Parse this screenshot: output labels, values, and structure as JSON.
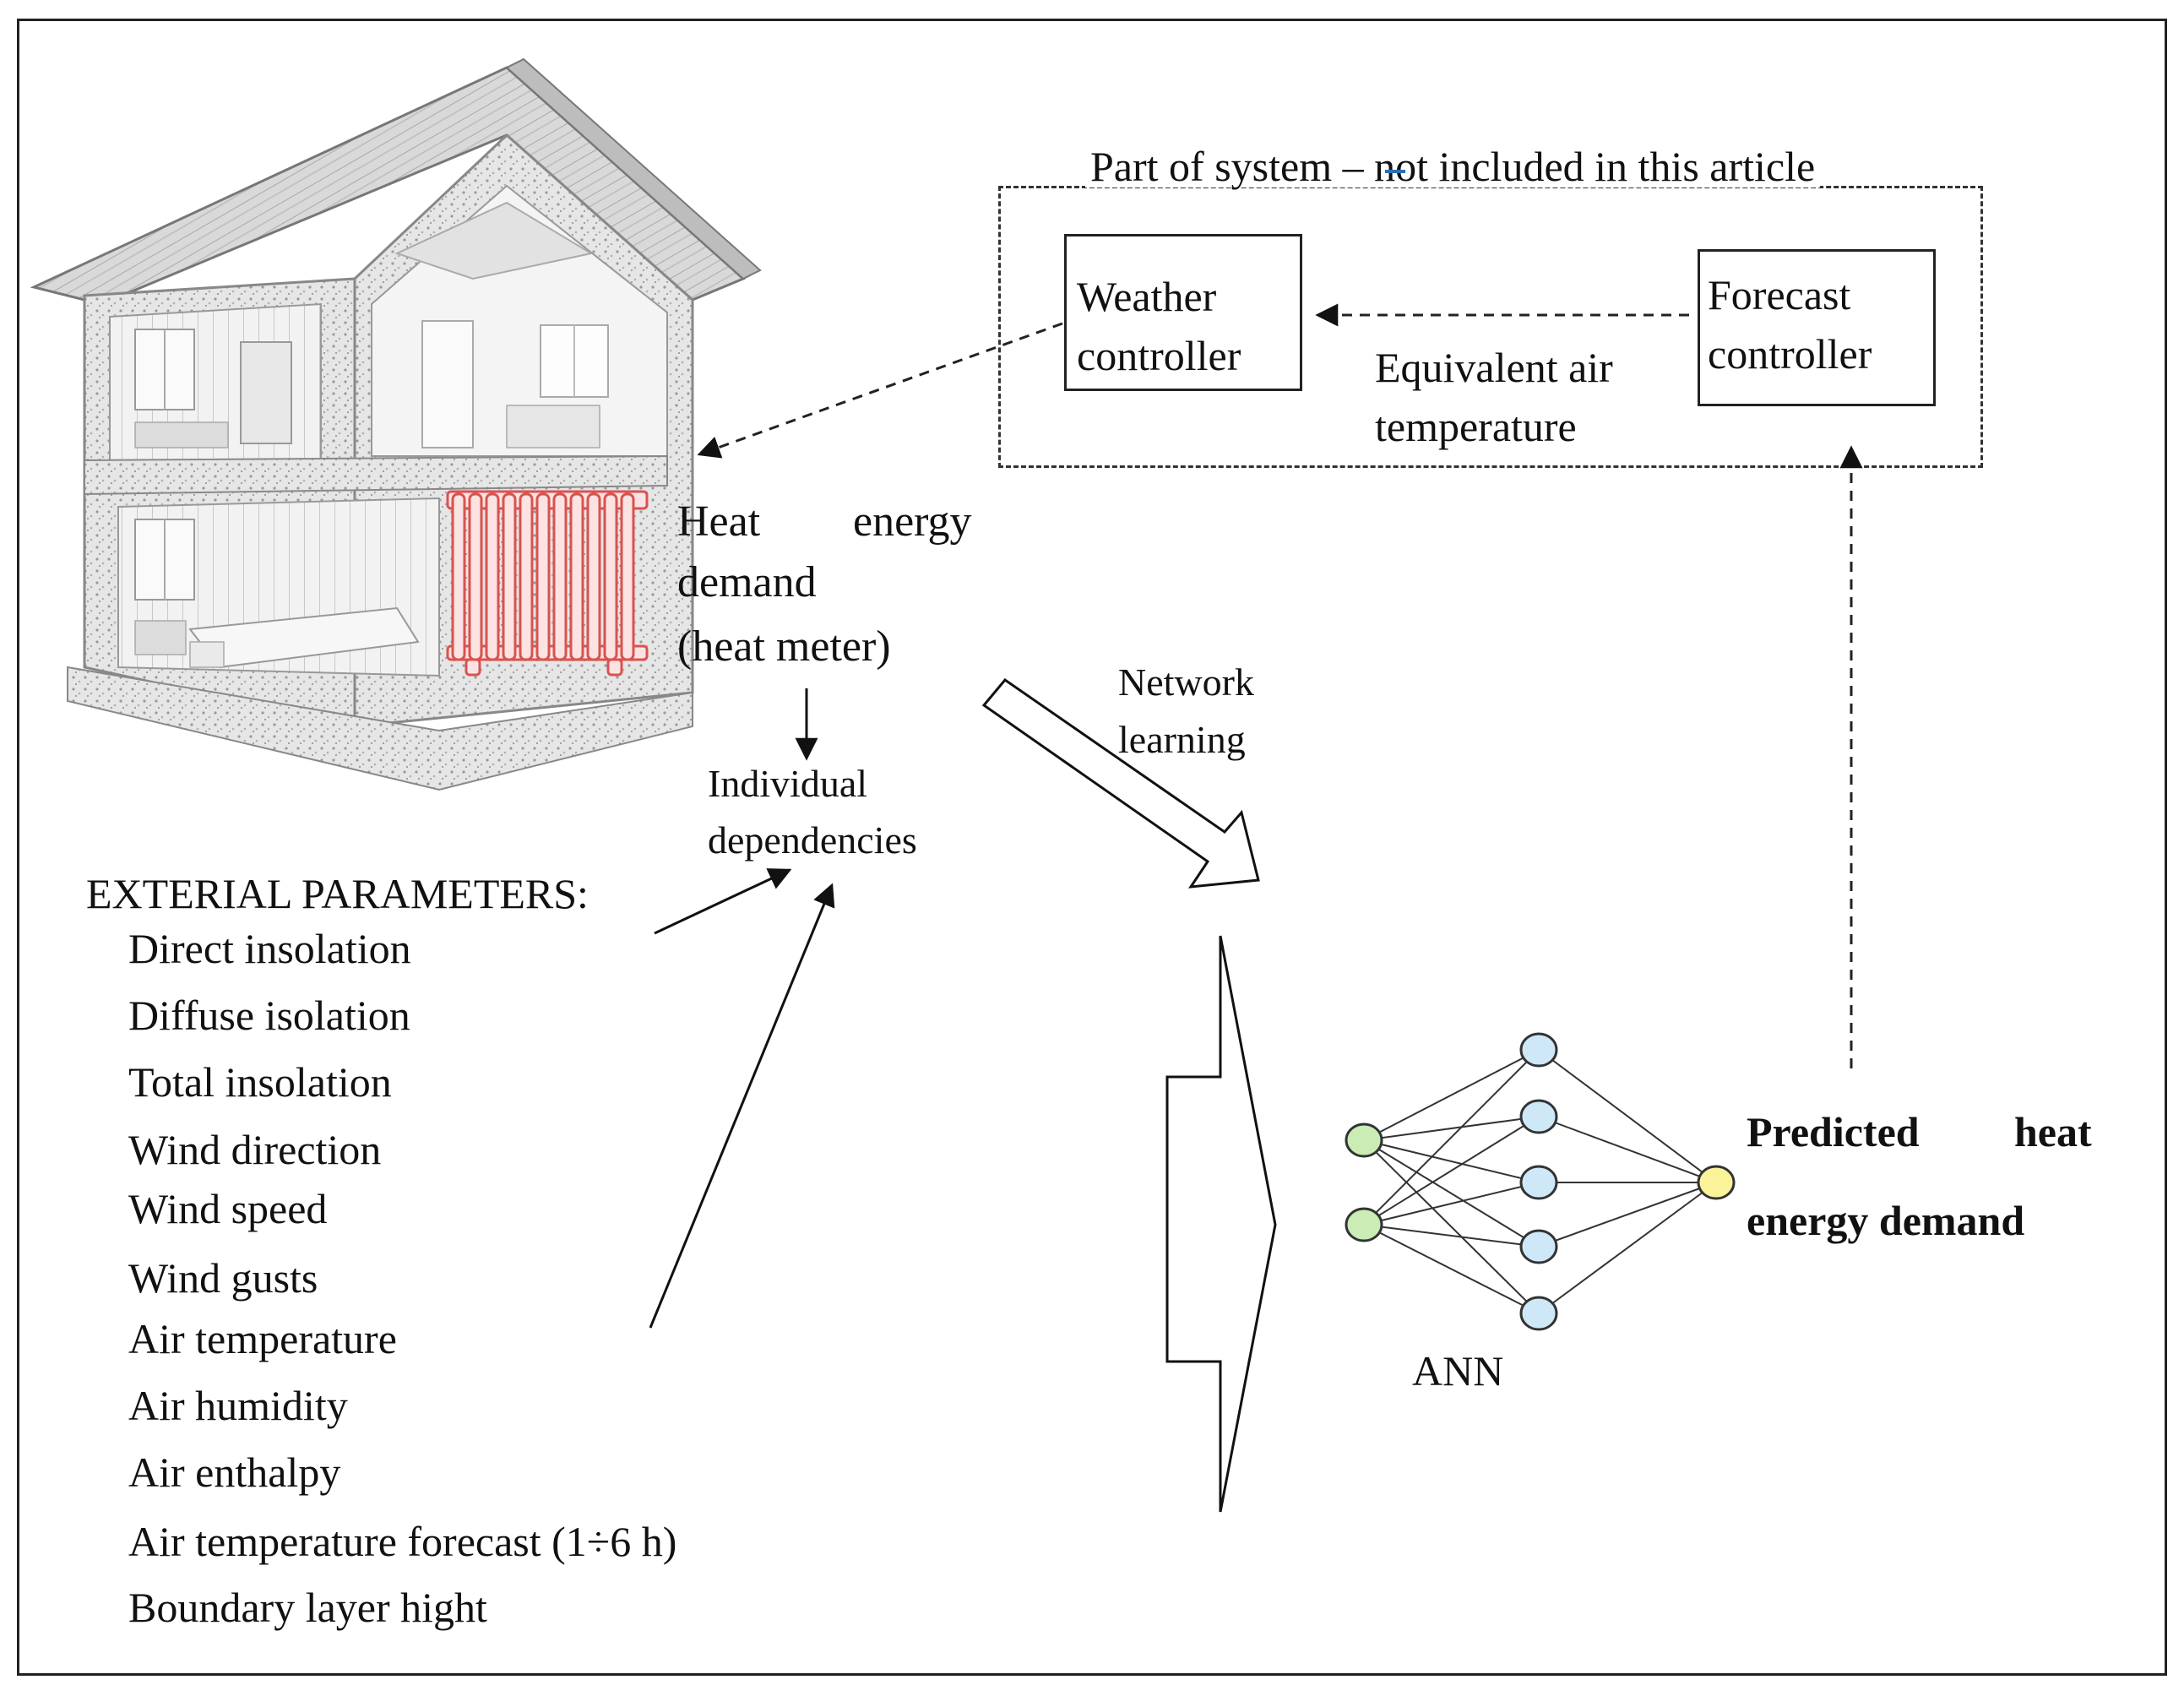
{
  "system_box": {
    "title": "Part of system – not included in this article",
    "weather_controller": [
      "Weather",
      "controller"
    ],
    "forecast_controller": [
      "Forecast",
      "controller"
    ],
    "equivalent_air": [
      "Equivalent air",
      "temperature"
    ]
  },
  "heat_demand": {
    "line1_a": "Heat",
    "line1_b": "energy",
    "line2": "demand",
    "line3": "(heat meter)"
  },
  "individual": [
    "Individual",
    "dependencies"
  ],
  "network_learning": [
    "Network",
    "learning"
  ],
  "exterial": {
    "heading": "EXTERIAL PARAMETERS:",
    "items": [
      "Direct insolation",
      "Diffuse isolation",
      "Total insolation",
      "Wind direction",
      "Wind speed",
      "Wind gusts",
      "Air temperature",
      "Air humidity",
      "Air enthalpy",
      "Air temperature forecast (1÷6 h)",
      "Boundary layer hight"
    ]
  },
  "ann_label": "ANN",
  "predicted": {
    "line1_a": "Predicted",
    "line1_b": "heat",
    "line2": "energy demand"
  },
  "colors": {
    "input_node": "#c9edb4",
    "hidden_node": "#cfe8f7",
    "output_node": "#fbf39a",
    "radiator": "#d9534f",
    "dash_accent": "#2a6fb5"
  }
}
